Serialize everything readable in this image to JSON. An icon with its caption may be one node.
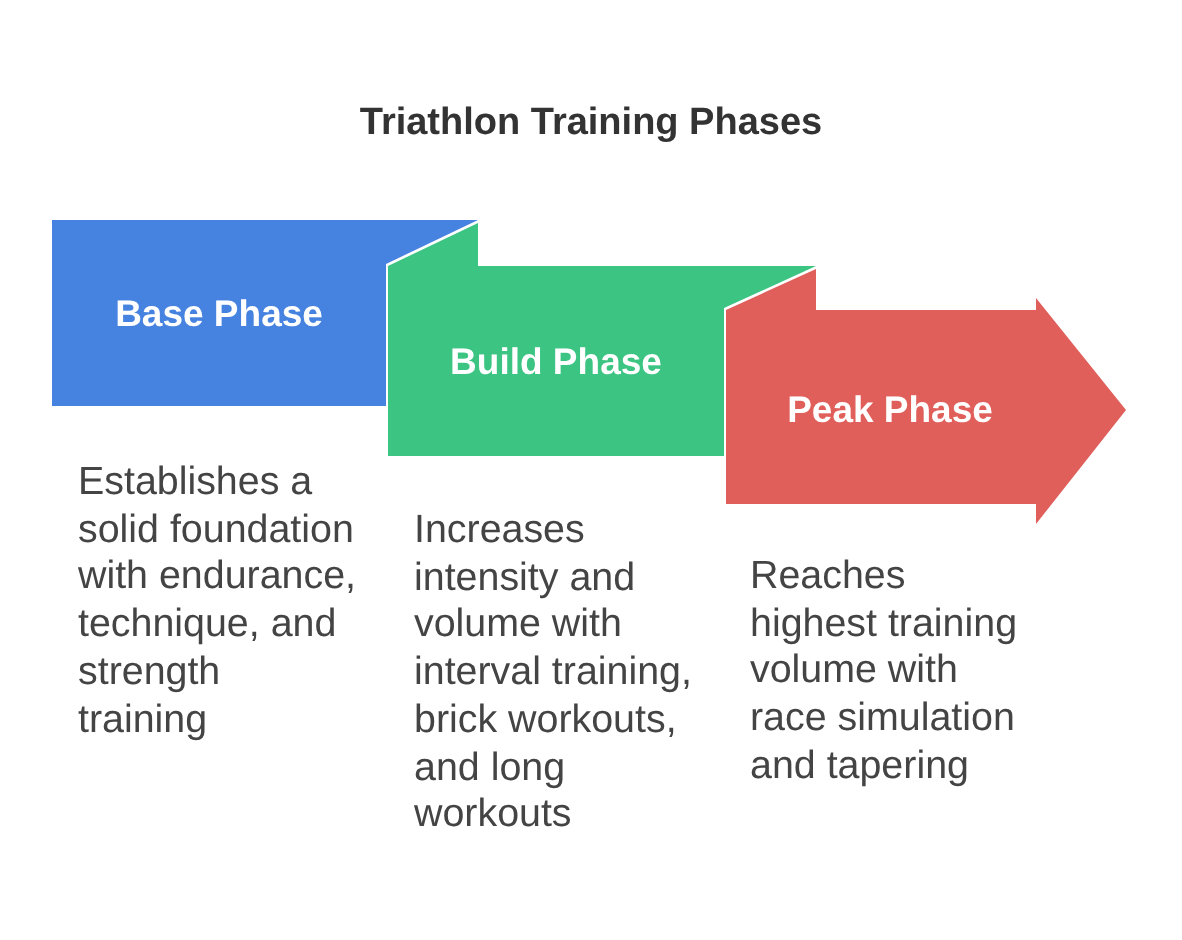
{
  "diagram": {
    "title": "Triathlon Training Phases",
    "nodes": [
      {
        "text": [
          "Base Phase"
        ],
        "beside": [
          "Establishes a solid foundation with endurance, technique, and strength training"
        ]
      },
      {
        "text": [
          "Build Phase"
        ],
        "beside": [
          "Increases intensity and volume with interval training, brick workouts, and long workouts"
        ]
      },
      {
        "text": [
          "Peak Phase"
        ],
        "beside": [
          "Reaches highest training volume with race simulation and tapering"
        ]
      }
    ]
  }
}
